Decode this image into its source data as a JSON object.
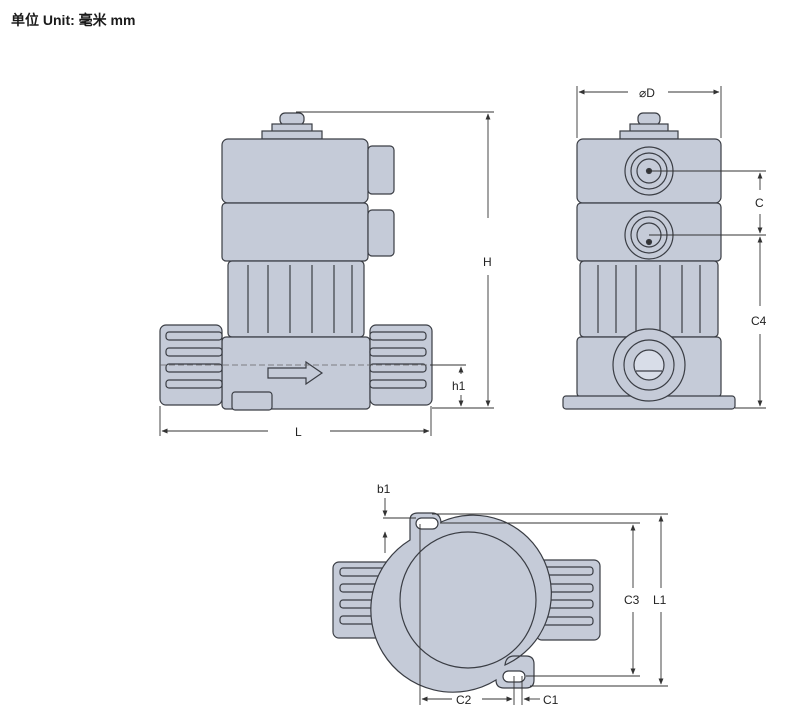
{
  "caption": "单位 Unit: 毫米 mm",
  "labels": {
    "H": "H",
    "h1": "h1",
    "L": "L",
    "D": "⌀D",
    "C": "C",
    "C4": "C4",
    "b1": "b1",
    "C3": "C3",
    "L1": "L1",
    "C2": "C2",
    "C1": "C1"
  },
  "colors": {
    "body_fill": "#c5cbd8",
    "outline": "#3a3d44",
    "dim_line": "#333333"
  }
}
